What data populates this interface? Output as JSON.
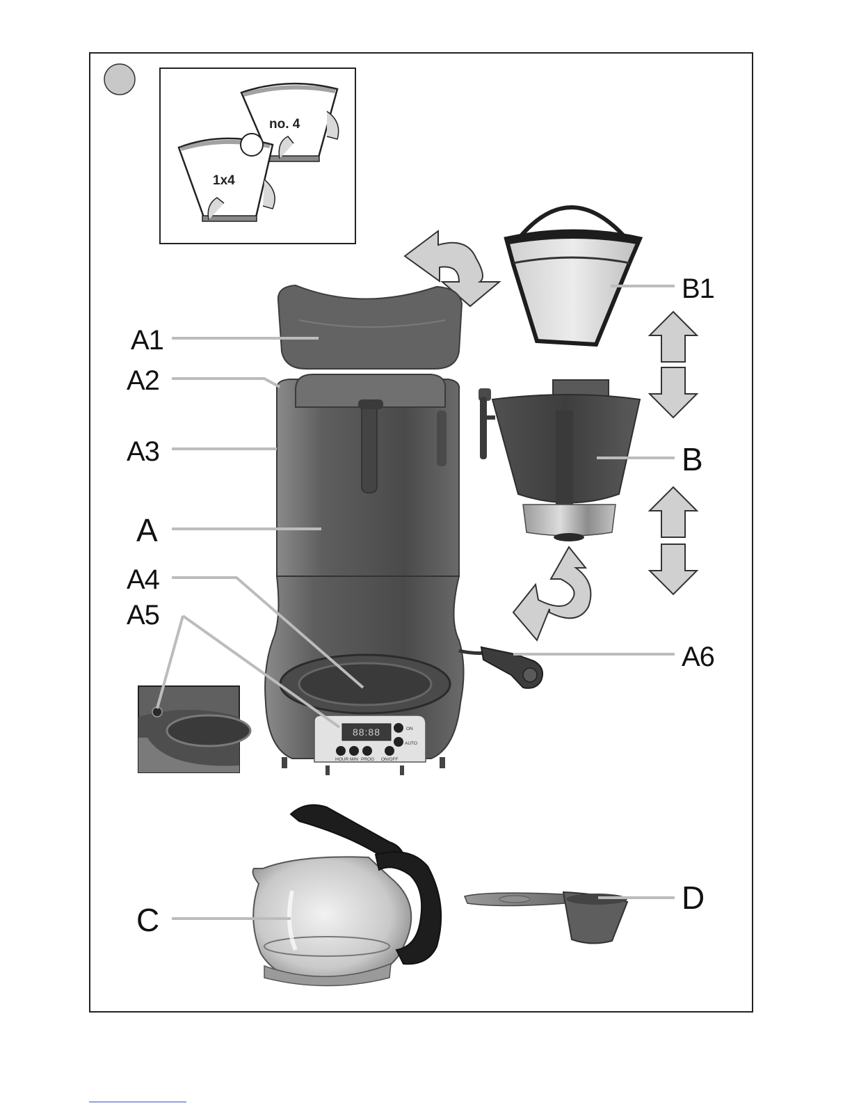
{
  "colors": {
    "frame": "#222222",
    "leader": "#bcbcbc",
    "body_dark": "#555555",
    "body_mid": "#6b6b6b",
    "badge": "#c8c8c8",
    "arrow_fill": "#d0d0d0"
  },
  "inset": {
    "filter_large_label": "no. 4",
    "filter_small_label": "1x4"
  },
  "callouts": {
    "a1": "A1",
    "a2": "A2",
    "a3": "A3",
    "a": "A",
    "a4": "A4",
    "a5": "A5",
    "a6": "A6",
    "b1": "B1",
    "b": "B",
    "c": "C",
    "d": "D"
  },
  "control_panel": {
    "display": "88:88",
    "hour": "HOUR",
    "min": "MIN",
    "prog": "PROG",
    "on_off": "ON/OFF",
    "on": "ON",
    "auto": "AUTO"
  }
}
